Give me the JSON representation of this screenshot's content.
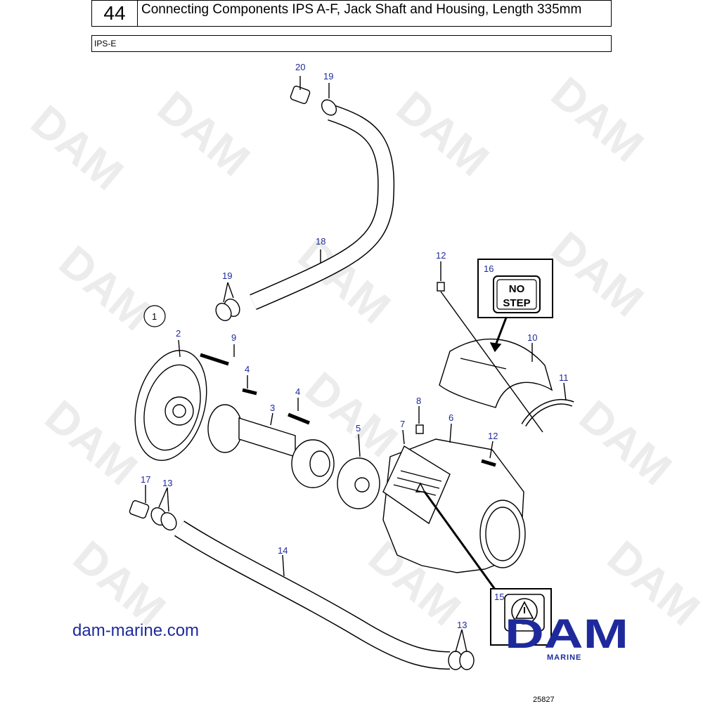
{
  "header": {
    "page_number": "44",
    "title": "Connecting Components IPS A-F, Jack Shaft and Housing, Length 335mm",
    "model": "IPS-E"
  },
  "watermark": "DAM",
  "callouts": {
    "c20": "20",
    "c19a": "19",
    "c18": "18",
    "c19b": "19",
    "c1": "1",
    "c2": "2",
    "c9": "9",
    "c4a": "4",
    "c3": "3",
    "c4b": "4",
    "c5": "5",
    "c8": "8",
    "c7": "7",
    "c6": "6",
    "c12a": "12",
    "c12b": "12",
    "c16": "16",
    "c10": "10",
    "c11": "11",
    "c17": "17",
    "c13a": "13",
    "c14": "14",
    "c15": "15",
    "c13b": "13"
  },
  "no_step_sign": {
    "line1": "NO",
    "line2": "STEP"
  },
  "website": "dam-marine.com",
  "logo": {
    "text": "DAM",
    "subtext": "MARINE"
  },
  "reference_number": "25827",
  "colors": {
    "callout": "#1e2a9c",
    "logo": "#1e2a9c",
    "line": "#000000"
  }
}
